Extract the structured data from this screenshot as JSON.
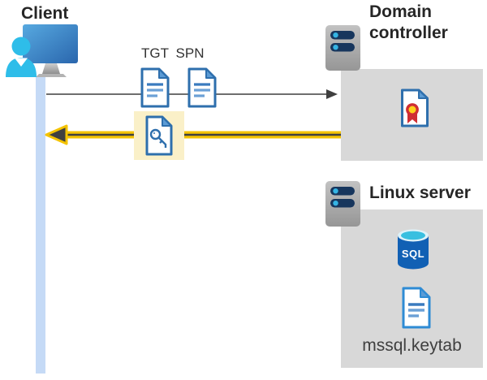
{
  "client": {
    "label": "Client"
  },
  "tickets": {
    "tgt_label": "TGT",
    "spn_label": "SPN"
  },
  "domain_controller": {
    "label": "Domain controller"
  },
  "linux_server": {
    "label": "Linux server",
    "sql_label": "SQL",
    "keytab_label": "mssql.keytab"
  },
  "icons": {
    "client": "user-workstation-icon",
    "tgt": "document-icon",
    "spn": "document-icon",
    "service_ticket": "key-document-icon",
    "domain_controller_host": "server-icon",
    "certificate": "certificate-icon",
    "linux_host": "server-icon",
    "sql": "sql-database-icon",
    "keytab": "document-icon"
  },
  "colors": {
    "accent_blue": "#2e6fad",
    "doc_fold_blue": "#5b9bd5",
    "person_cyan": "#2ebde9",
    "lifeline_blue": "#c5daf6",
    "box_gray": "#d8d8d8",
    "highlight_yellow": "#faf0c8",
    "arrow_yellow": "#f4c300",
    "arrow_dark": "#404040",
    "gray_arrow": "#595959",
    "server_slot_navy": "#17365d",
    "server_dot_cyan": "#35b4e4",
    "sql_blue": "#1160b4",
    "cert_red": "#cf2e33",
    "cert_gold": "#ffd21c"
  }
}
